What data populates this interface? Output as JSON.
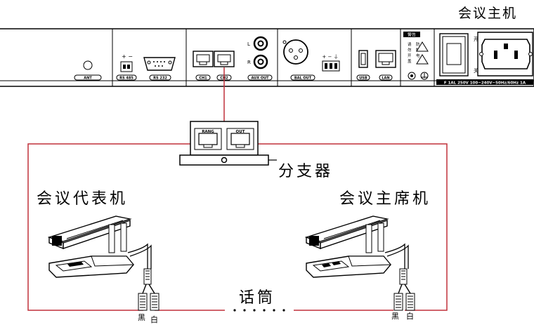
{
  "host_title": "会议主机",
  "splitter_label": "分支器",
  "delegate_label": "会议代表机",
  "chairman_label": "会议主席机",
  "mic_label": "话筒",
  "wire_left": [
    "黑",
    "白"
  ],
  "wire_right": [
    "黑",
    "白"
  ],
  "panel": {
    "ant": "ANT",
    "rs485": "RS 485",
    "rs485_polarity": "+ −",
    "rs232": "RS 232",
    "ch1": "CH1",
    "ch2": "CH2",
    "aux_out": "AUX OUT",
    "aux_l": "L",
    "aux_r": "R",
    "bal_out": "BAL OUT",
    "bal_polarity": "+ − ⏚",
    "usb": "USB",
    "lan": "LAN",
    "warning_title": "警告",
    "warning_lines": [
      "请",
      "勿",
      "开",
      "盖",
      "防",
      "触",
      "电"
    ],
    "power_on": "开",
    "power_off": "关",
    "fuse_spec": "F 1AL 250V  100~240V~50Hz/60Hz 1A"
  },
  "splitter": {
    "port_left": "RANG",
    "port_right": "OUT"
  },
  "colors": {
    "cable": "#c0303a",
    "line": "#000000"
  }
}
